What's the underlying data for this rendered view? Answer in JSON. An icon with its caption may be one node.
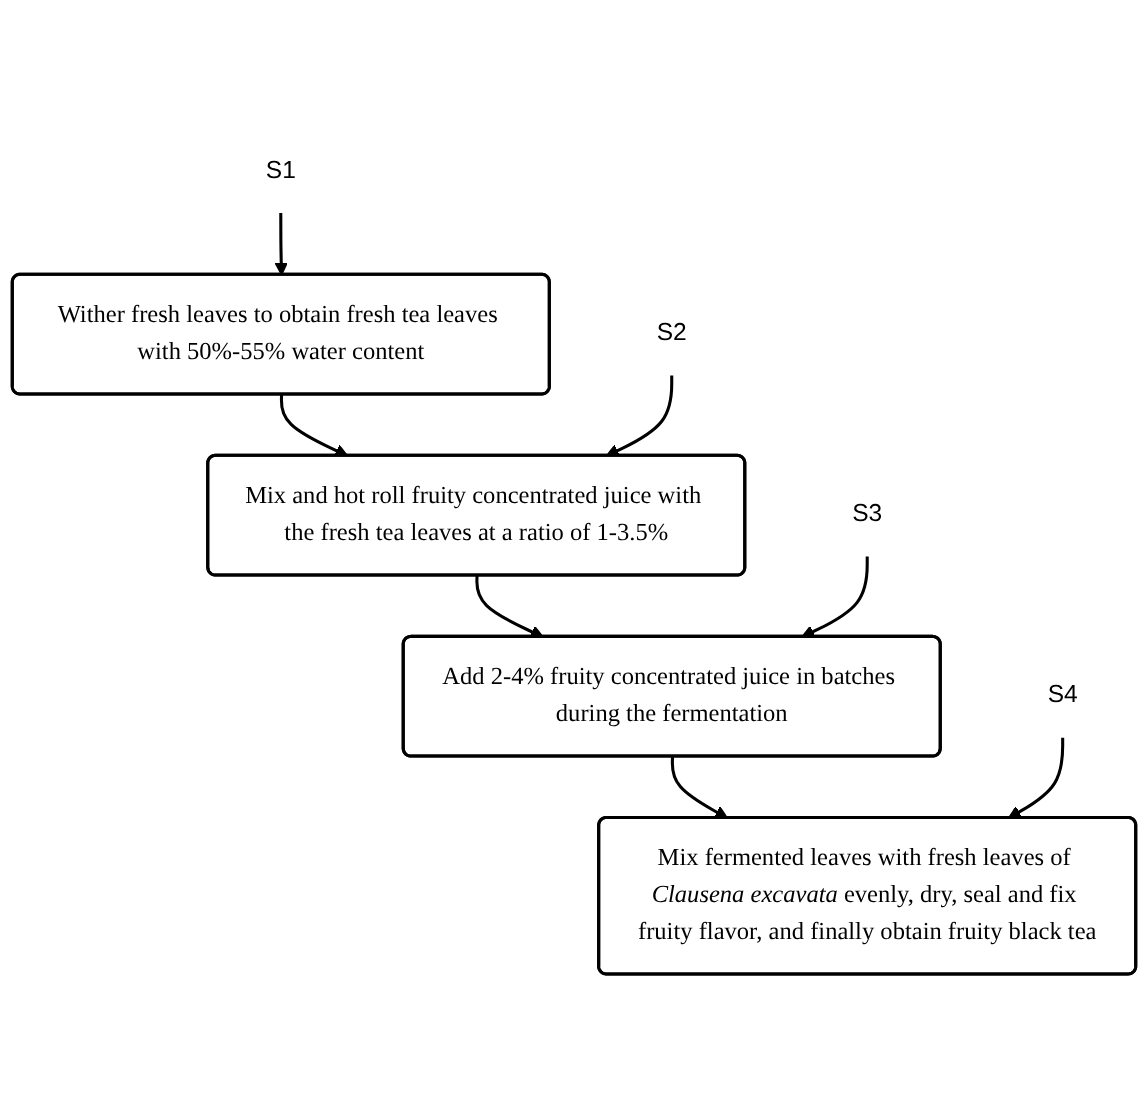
{
  "diagram": {
    "nodes": [
      {
        "text": [
          "S1"
        ]
      },
      {
        "text": [
          "Wither fresh leaves to obtain fresh tea leaves with 50%-55% water content"
        ]
      },
      {
        "text": [
          "S2"
        ]
      },
      {
        "text": [
          "Mix and hot roll fruity concentrated juice with the fresh tea leaves at a ratio of 1-3.5%"
        ]
      },
      {
        "text": [
          "S3"
        ]
      },
      {
        "text": [
          "Add 2-4% fruity concentrated juice in batches during the fermentation"
        ]
      },
      {
        "text": [
          "S4"
        ]
      },
      {
        "text": [
          "Mix fermented leaves with fresh leaves of *Clausena excavata* evenly, dry, seal and fix fruity flavor, and finally obtain fruity black tea"
        ]
      }
    ],
    "edges": [
      {
        "from": 0,
        "to": 1,
        "arrow": "to"
      },
      {
        "from": 1,
        "to": 3,
        "arrow": "to"
      },
      {
        "from": 2,
        "to": 3,
        "arrow": "to"
      },
      {
        "from": 3,
        "to": 5,
        "arrow": "to"
      },
      {
        "from": 4,
        "to": 5,
        "arrow": "to"
      },
      {
        "from": 5,
        "to": 7,
        "arrow": "to"
      },
      {
        "from": 6,
        "to": 7,
        "arrow": "to"
      }
    ]
  }
}
